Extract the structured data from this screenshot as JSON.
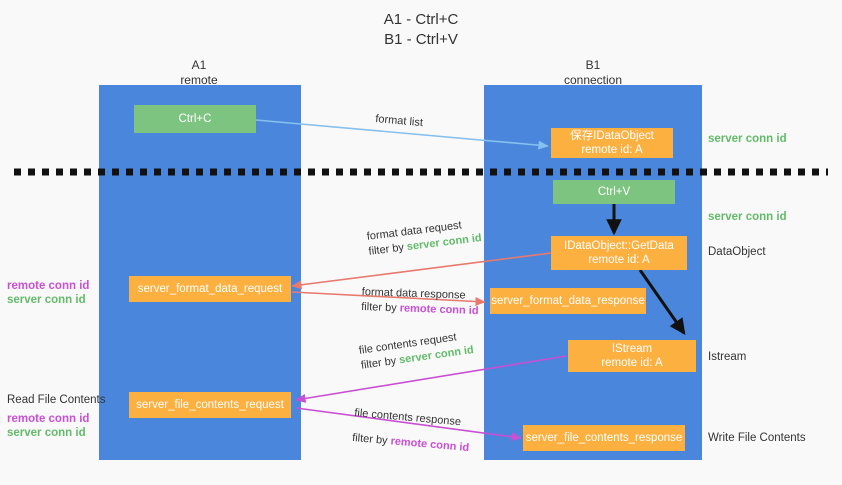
{
  "title": {
    "line1": "A1 - Ctrl+C",
    "line2": "B1 - Ctrl+V"
  },
  "columns": [
    {
      "name": "A1",
      "sub": "remote"
    },
    {
      "name": "B1",
      "sub": "connection"
    }
  ],
  "colors": {
    "lane_blue": "#4a86dc",
    "box_green": "#7cc47f",
    "box_orange": "#fcb040",
    "text_green": "#63bb6a",
    "text_magenta": "#c94fd4",
    "arrow_blue": "#86c0ee",
    "arrow_red": "#e8796f",
    "arrow_magenta": "#c94fd4",
    "arrow_black": "#111111",
    "background": "#f9f9f9"
  },
  "boxes": {
    "ctrl_c": "Ctrl+C",
    "ctrl_v": "Ctrl+V",
    "idataobject_title": "保存IDataObject",
    "idataobject_sub": "remote id: A",
    "getdata_title": "IDataObject::GetData",
    "getdata_sub": "remote id: A",
    "istream_title": "IStream",
    "istream_sub": "remote id: A",
    "server_format_data_request": "server_format_data_request",
    "server_format_data_response": "server_format_data_response",
    "server_file_contents_request": "server_file_contents_request",
    "server_file_contents_response": "server_file_contents_response"
  },
  "right_labels": {
    "server_conn_id_1": "server conn id",
    "server_conn_id_2": "server conn id",
    "dataobject": "DataObject",
    "istream": "Istream",
    "write_file_contents": "Write File Contents"
  },
  "left_labels": {
    "remote_conn_id_1": "remote conn id",
    "server_conn_id_1": "server conn id",
    "read_file_contents": "Read File Contents",
    "remote_conn_id_2": "remote conn id",
    "server_conn_id_2": "server conn id"
  },
  "annotations": {
    "format_list": "format list",
    "format_data_request": "format data request",
    "format_data_request_filter_pre": "filter by ",
    "format_data_request_filter_key": "server conn id",
    "format_data_response": "format data response",
    "format_data_response_filter_pre": "filter by ",
    "format_data_response_filter_key": "remote conn id",
    "file_contents_request": "file contents request",
    "file_contents_request_filter_pre": "filter by ",
    "file_contents_request_filter_key": "server conn id",
    "file_contents_response": "file contents response",
    "file_contents_response_filter_pre": "filter by ",
    "file_contents_response_filter_key": "remote conn id"
  }
}
